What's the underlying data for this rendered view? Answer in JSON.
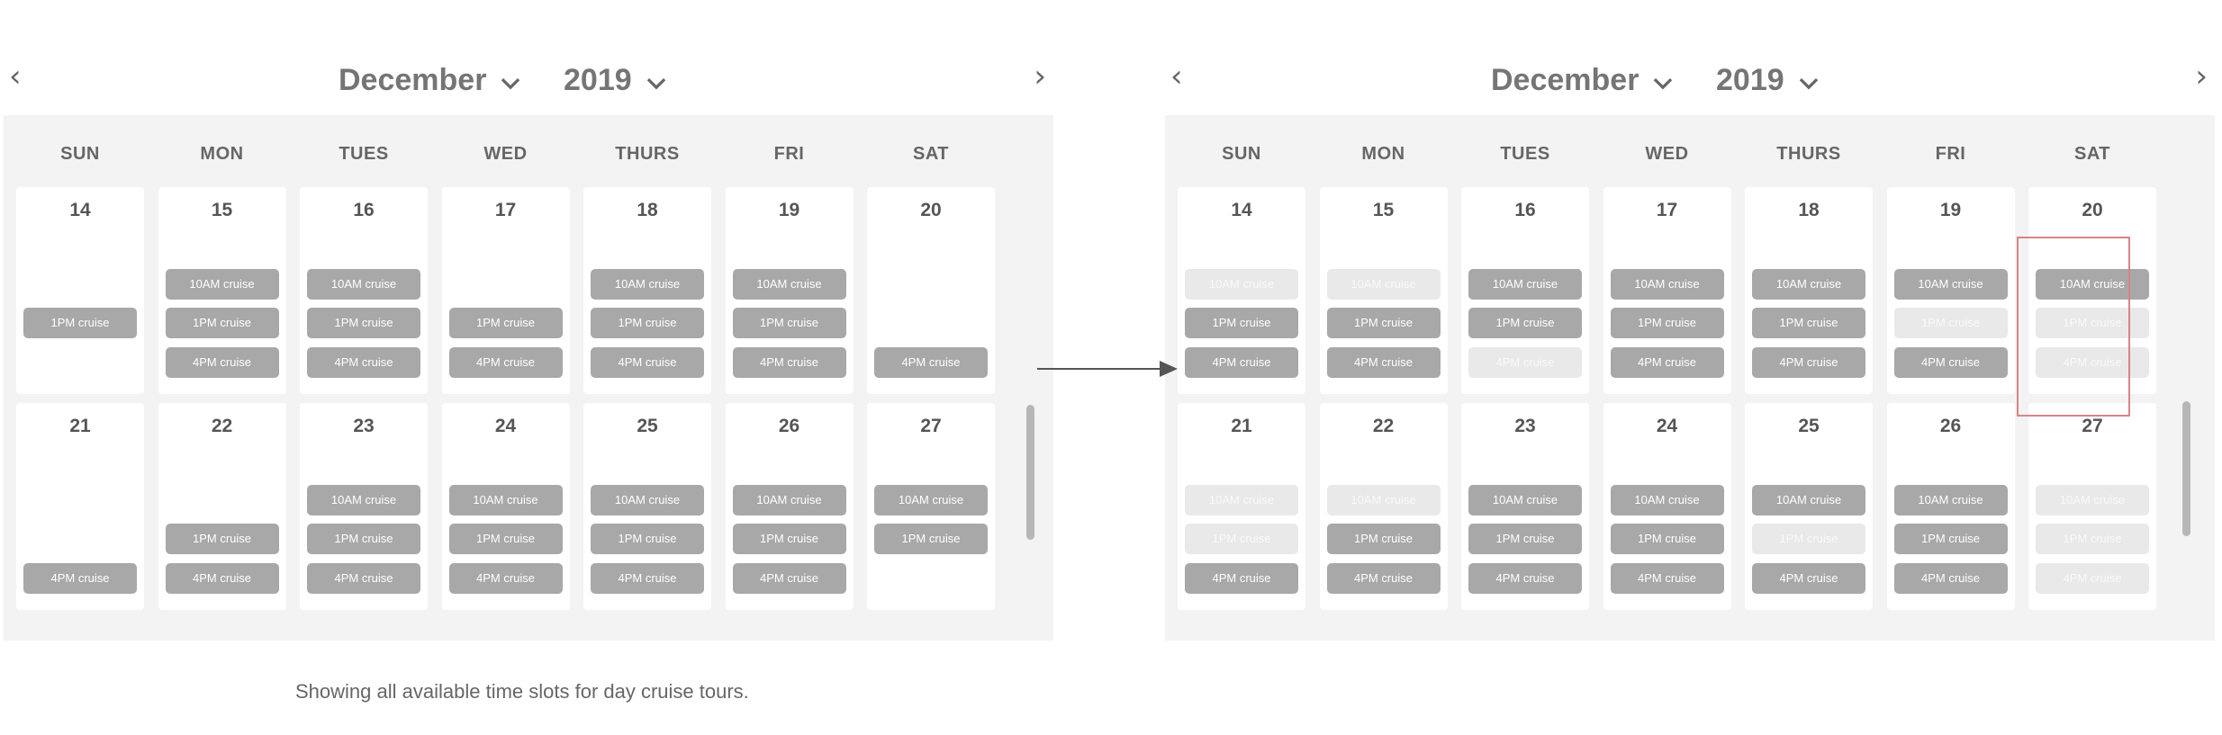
{
  "calendars": [
    {
      "month": "December",
      "year": "2019",
      "weekdays": [
        "SUN",
        "MON",
        "TUES",
        "WED",
        "THURS",
        "FRI",
        "SAT"
      ],
      "weeks": [
        [
          {
            "day": "14",
            "slots": [
              null,
              null,
              null,
              null
            ]
          },
          {
            "day": "15",
            "slots": [
              null,
              null,
              null,
              null
            ]
          },
          {
            "day": "16",
            "slots": [
              null,
              null,
              null,
              null
            ]
          },
          {
            "day": "17",
            "slots": [
              null,
              null,
              null,
              null
            ]
          },
          {
            "day": "18",
            "slots": [
              null,
              null,
              null,
              null
            ]
          },
          {
            "day": "19",
            "slots": [
              null,
              null,
              null,
              null
            ]
          },
          {
            "day": "20",
            "slots": [
              null,
              null,
              null,
              null
            ]
          }
        ]
      ]
    }
  ],
  "left": {
    "month": "December",
    "year": "2019",
    "weekdays": [
      "SUN",
      "MON",
      "TUES",
      "WED",
      "THURS",
      "FRI",
      "SAT"
    ],
    "weeks": [
      [
        {
          "day": "14",
          "slots": [
            {
              "label": "1PM cruise",
              "row": 1
            }
          ]
        },
        {
          "day": "15",
          "slots": [
            {
              "label": "10AM cruise",
              "row": 0
            },
            {
              "label": "1PM cruise",
              "row": 1
            },
            {
              "label": "4PM cruise",
              "row": 2
            }
          ]
        },
        {
          "day": "16",
          "slots": [
            {
              "label": "10AM cruise",
              "row": 0
            },
            {
              "label": "1PM cruise",
              "row": 1
            },
            {
              "label": "4PM cruise",
              "row": 2
            }
          ]
        },
        {
          "day": "17",
          "slots": [
            {
              "label": "1PM cruise",
              "row": 1
            },
            {
              "label": "4PM cruise",
              "row": 2
            }
          ]
        },
        {
          "day": "18",
          "slots": [
            {
              "label": "10AM cruise",
              "row": 0
            },
            {
              "label": "1PM cruise",
              "row": 1
            },
            {
              "label": "4PM cruise",
              "row": 2
            }
          ]
        },
        {
          "day": "19",
          "slots": [
            {
              "label": "10AM cruise",
              "row": 0
            },
            {
              "label": "1PM cruise",
              "row": 1
            },
            {
              "label": "4PM cruise",
              "row": 2
            }
          ]
        },
        {
          "day": "20",
          "slots": [
            {
              "label": "4PM cruise",
              "row": 2
            }
          ]
        }
      ],
      [
        {
          "day": "21",
          "slots": [
            {
              "label": "4PM cruise",
              "row": 2
            }
          ]
        },
        {
          "day": "22",
          "slots": [
            {
              "label": "1PM cruise",
              "row": 1
            },
            {
              "label": "4PM cruise",
              "row": 2
            }
          ]
        },
        {
          "day": "23",
          "slots": [
            {
              "label": "10AM cruise",
              "row": 0
            },
            {
              "label": "1PM cruise",
              "row": 1
            },
            {
              "label": "4PM cruise",
              "row": 2
            }
          ]
        },
        {
          "day": "24",
          "slots": [
            {
              "label": "10AM cruise",
              "row": 0
            },
            {
              "label": "1PM cruise",
              "row": 1
            },
            {
              "label": "4PM cruise",
              "row": 2
            }
          ]
        },
        {
          "day": "25",
          "slots": [
            {
              "label": "10AM cruise",
              "row": 0
            },
            {
              "label": "1PM cruise",
              "row": 1
            },
            {
              "label": "4PM cruise",
              "row": 2
            }
          ]
        },
        {
          "day": "26",
          "slots": [
            {
              "label": "10AM cruise",
              "row": 0
            },
            {
              "label": "1PM cruise",
              "row": 1
            },
            {
              "label": "4PM cruise",
              "row": 2
            }
          ]
        },
        {
          "day": "27",
          "slots": [
            {
              "label": "10AM cruise",
              "row": 0
            },
            {
              "label": "1PM cruise",
              "row": 1
            }
          ]
        }
      ]
    ]
  },
  "right": {
    "month": "December",
    "year": "2019",
    "weekdays": [
      "SUN",
      "MON",
      "TUES",
      "WED",
      "THURS",
      "FRI",
      "SAT"
    ],
    "weeks": [
      [
        {
          "day": "14",
          "slots": [
            {
              "label": "10AM cruise",
              "row": 0,
              "available": false
            },
            {
              "label": "1PM cruise",
              "row": 1,
              "available": true
            },
            {
              "label": "4PM cruise",
              "row": 2,
              "available": true
            }
          ]
        },
        {
          "day": "15",
          "slots": [
            {
              "label": "10AM cruise",
              "row": 0,
              "available": false
            },
            {
              "label": "1PM cruise",
              "row": 1,
              "available": true
            },
            {
              "label": "4PM cruise",
              "row": 2,
              "available": true
            }
          ]
        },
        {
          "day": "16",
          "slots": [
            {
              "label": "10AM cruise",
              "row": 0,
              "available": true
            },
            {
              "label": "1PM cruise",
              "row": 1,
              "available": true
            },
            {
              "label": "4PM cruise",
              "row": 2,
              "available": false
            }
          ]
        },
        {
          "day": "17",
          "slots": [
            {
              "label": "10AM cruise",
              "row": 0,
              "available": true
            },
            {
              "label": "1PM cruise",
              "row": 1,
              "available": true
            },
            {
              "label": "4PM cruise",
              "row": 2,
              "available": true
            }
          ]
        },
        {
          "day": "18",
          "slots": [
            {
              "label": "10AM cruise",
              "row": 0,
              "available": true
            },
            {
              "label": "1PM cruise",
              "row": 1,
              "available": true
            },
            {
              "label": "4PM cruise",
              "row": 2,
              "available": true
            }
          ]
        },
        {
          "day": "19",
          "slots": [
            {
              "label": "10AM cruise",
              "row": 0,
              "available": true
            },
            {
              "label": "1PM cruise",
              "row": 1,
              "available": false
            },
            {
              "label": "4PM cruise",
              "row": 2,
              "available": true
            }
          ]
        },
        {
          "day": "20",
          "slots": [
            {
              "label": "10AM cruise",
              "row": 0,
              "available": true
            },
            {
              "label": "1PM cruise",
              "row": 1,
              "available": false
            },
            {
              "label": "4PM cruise",
              "row": 2,
              "available": false
            }
          ]
        }
      ],
      [
        {
          "day": "21",
          "slots": [
            {
              "label": "10AM cruise",
              "row": 0,
              "available": false
            },
            {
              "label": "1PM cruise",
              "row": 1,
              "available": false
            },
            {
              "label": "4PM cruise",
              "row": 2,
              "available": true
            }
          ]
        },
        {
          "day": "22",
          "slots": [
            {
              "label": "10AM cruise",
              "row": 0,
              "available": false
            },
            {
              "label": "1PM cruise",
              "row": 1,
              "available": true
            },
            {
              "label": "4PM cruise",
              "row": 2,
              "available": true
            }
          ]
        },
        {
          "day": "23",
          "slots": [
            {
              "label": "10AM cruise",
              "row": 0,
              "available": true
            },
            {
              "label": "1PM cruise",
              "row": 1,
              "available": true
            },
            {
              "label": "4PM cruise",
              "row": 2,
              "available": true
            }
          ]
        },
        {
          "day": "24",
          "slots": [
            {
              "label": "10AM cruise",
              "row": 0,
              "available": true
            },
            {
              "label": "1PM cruise",
              "row": 1,
              "available": true
            },
            {
              "label": "4PM cruise",
              "row": 2,
              "available": true
            }
          ]
        },
        {
          "day": "25",
          "slots": [
            {
              "label": "10AM cruise",
              "row": 0,
              "available": true
            },
            {
              "label": "1PM cruise",
              "row": 1,
              "available": false
            },
            {
              "label": "4PM cruise",
              "row": 2,
              "available": true
            }
          ]
        },
        {
          "day": "26",
          "slots": [
            {
              "label": "10AM cruise",
              "row": 0,
              "available": true
            },
            {
              "label": "1PM cruise",
              "row": 1,
              "available": true
            },
            {
              "label": "4PM cruise",
              "row": 2,
              "available": true
            }
          ]
        },
        {
          "day": "27",
          "slots": [
            {
              "label": "10AM cruise",
              "row": 0,
              "available": false
            },
            {
              "label": "1PM cruise",
              "row": 1,
              "available": false
            },
            {
              "label": "4PM cruise",
              "row": 2,
              "available": false
            }
          ]
        }
      ]
    ]
  },
  "caption": "Showing all available time slots for day cruise tours.",
  "icons": {
    "prev": "chevron-left-icon",
    "next": "chevron-right-icon",
    "dropdown": "chevron-down-icon",
    "flow": "arrow-right-icon"
  },
  "colors": {
    "slot_available": "#a8a8a8",
    "slot_unavailable": "#e9e9e9",
    "panel_bg": "#f3f3f3",
    "highlight": "#d68585"
  }
}
